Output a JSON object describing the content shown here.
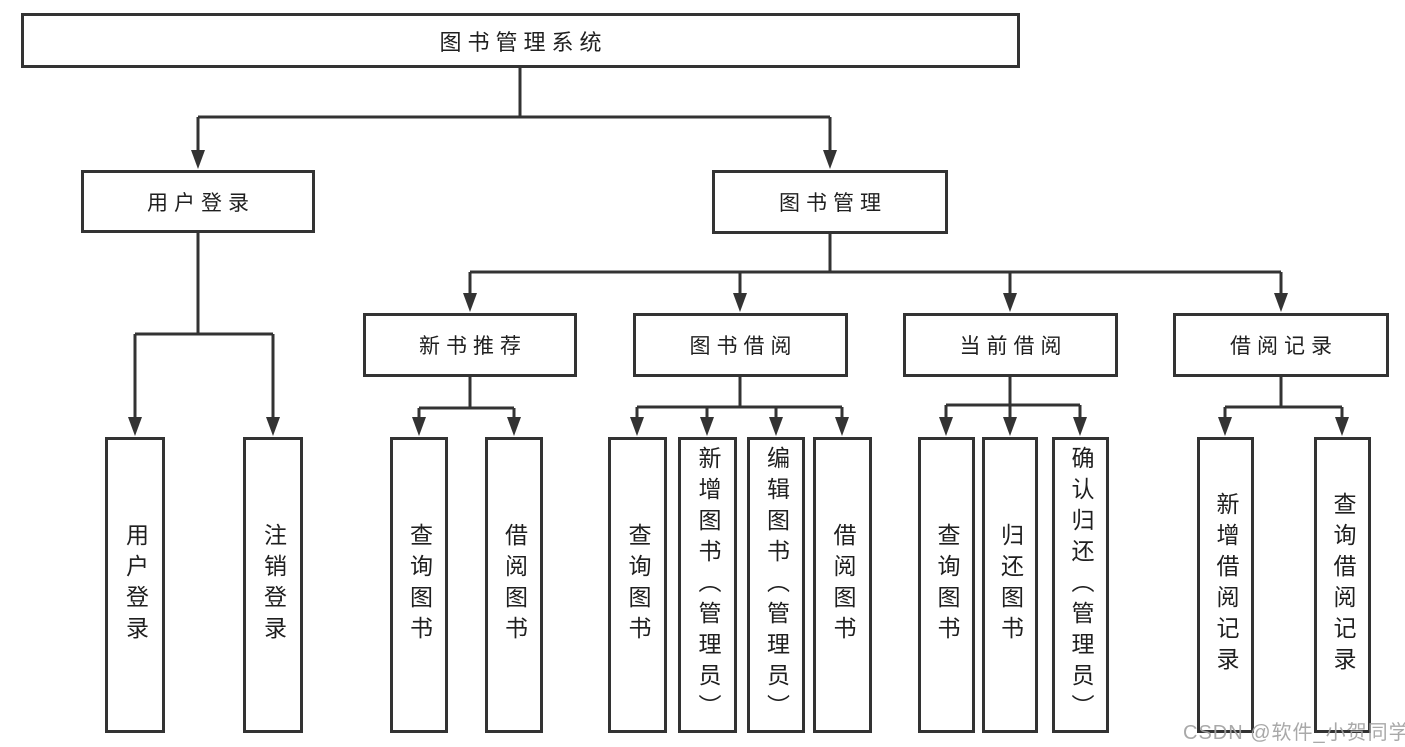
{
  "diagram": {
    "type": "hierarchy-tree",
    "root": {
      "label": "图书管理系统",
      "children": [
        {
          "label": "用户登录",
          "children": [
            {
              "label": "用户登录"
            },
            {
              "label": "注销登录"
            }
          ]
        },
        {
          "label": "图书管理",
          "children": [
            {
              "label": "新书推荐",
              "children": [
                {
                  "label": "查询图书"
                },
                {
                  "label": "借阅图书"
                }
              ]
            },
            {
              "label": "图书借阅",
              "children": [
                {
                  "label": "查询图书"
                },
                {
                  "label": "新增图书（管理员）"
                },
                {
                  "label": "编辑图书（管理员）"
                },
                {
                  "label": "借阅图书"
                }
              ]
            },
            {
              "label": "当前借阅",
              "children": [
                {
                  "label": "查询图书"
                },
                {
                  "label": "归还图书"
                },
                {
                  "label": "确认归还（管理员）"
                }
              ]
            },
            {
              "label": "借阅记录",
              "children": [
                {
                  "label": "新增借阅记录"
                },
                {
                  "label": "查询借阅记录"
                }
              ]
            }
          ]
        }
      ]
    },
    "colors": {
      "stroke": "#333333",
      "text": "#1f1f1f",
      "box_fill": "#ffffff",
      "background": "#ffffff"
    }
  },
  "watermark": {
    "text": "CSDN @软件_小贺同学",
    "color": "#a2a2a2"
  }
}
